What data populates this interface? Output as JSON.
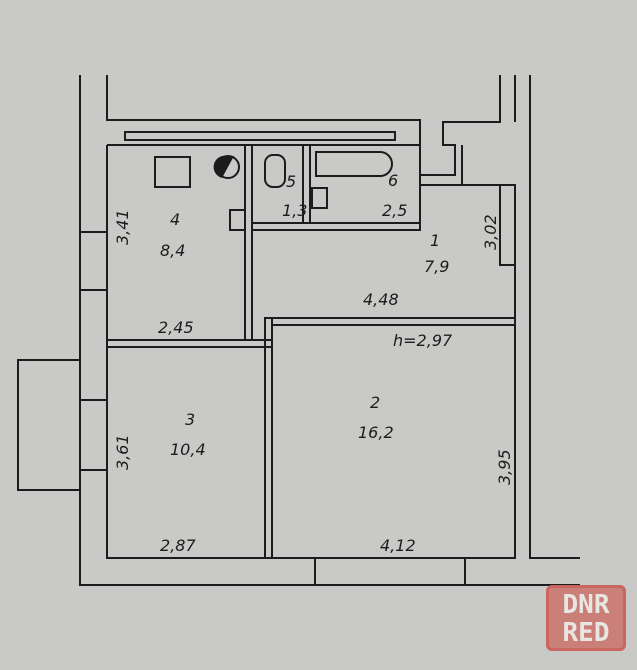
{
  "rooms": [
    {
      "number": "1",
      "area": "7,9"
    },
    {
      "number": "2",
      "area": "16,2"
    },
    {
      "number": "3",
      "area": "10,4"
    },
    {
      "number": "4",
      "area": "8,4"
    },
    {
      "number": "5",
      "area": "1,3"
    },
    {
      "number": "6",
      "area": "2,5"
    }
  ],
  "dimensions": {
    "room4_height": "3,41",
    "room4_width": "2,45",
    "room1_width": "4,48",
    "room1_height": "3,02",
    "ceiling_height": "h=2,97",
    "room3_height": "3,61",
    "room3_width": "2,87",
    "room2_width": "4,12",
    "room2_height": "3,95"
  },
  "watermark": {
    "line1": "DNR",
    "line2": "RED"
  }
}
